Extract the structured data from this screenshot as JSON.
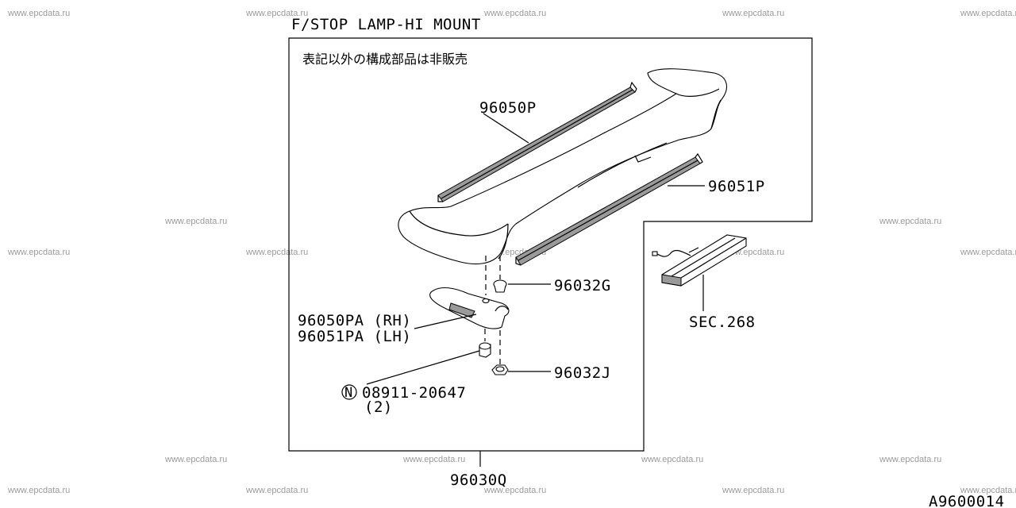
{
  "title": "F/STOP LAMP-HI MOUNT",
  "note": "表記以外の構成部品は非販売",
  "drawing_number": "A9600014",
  "watermark": "www.epcdata.ru",
  "parts": {
    "spoiler_strip": "96050P",
    "side_strip": "96051P",
    "clip_upper": "96032G",
    "clip_lower": "96032J",
    "bracket_rh": "96050PA (RH)",
    "bracket_lh": "96051PA (LH)",
    "nut_symbol": "N",
    "nut": "08911-20647",
    "nut_qty": "(2)",
    "assembly": "96030Q",
    "lamp_ref": "SEC.268"
  }
}
